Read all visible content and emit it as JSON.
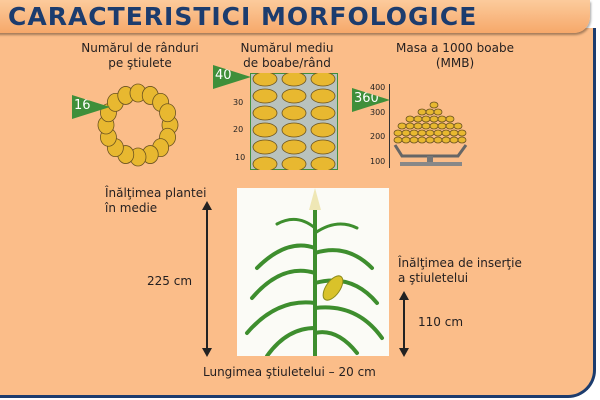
{
  "title": "CARACTERISTICI MORFOLOGICE",
  "rows": {
    "label_line1": "Numărul de rânduri",
    "label_line2": "pe ştiulete",
    "value": "16"
  },
  "kernels": {
    "label_line1": "Numărul mediu",
    "label_line2": "de boabe/rând",
    "value": "40",
    "ticks": [
      "30",
      "20",
      "10"
    ]
  },
  "mass": {
    "label_line1": "Masa a 1000 boabe",
    "label_line2": "(MMB)",
    "value": "360",
    "ticks": [
      "400",
      "300",
      "200",
      "100"
    ]
  },
  "plant_height": {
    "label_line1": "Înălţimea plantei",
    "label_line2": "în medie",
    "value": "225 cm"
  },
  "ear_insertion": {
    "label_line1": "Înălţimea de inserţie",
    "label_line2": "a ştiuletelui",
    "value": "110 cm"
  },
  "ear_length": "Lungimea ştiuletelui – 20 cm",
  "colors": {
    "navy": "#1c3c6e",
    "panel": "#fbbd89",
    "flag": "#3f8f3a",
    "kernel": "#e8b830"
  }
}
